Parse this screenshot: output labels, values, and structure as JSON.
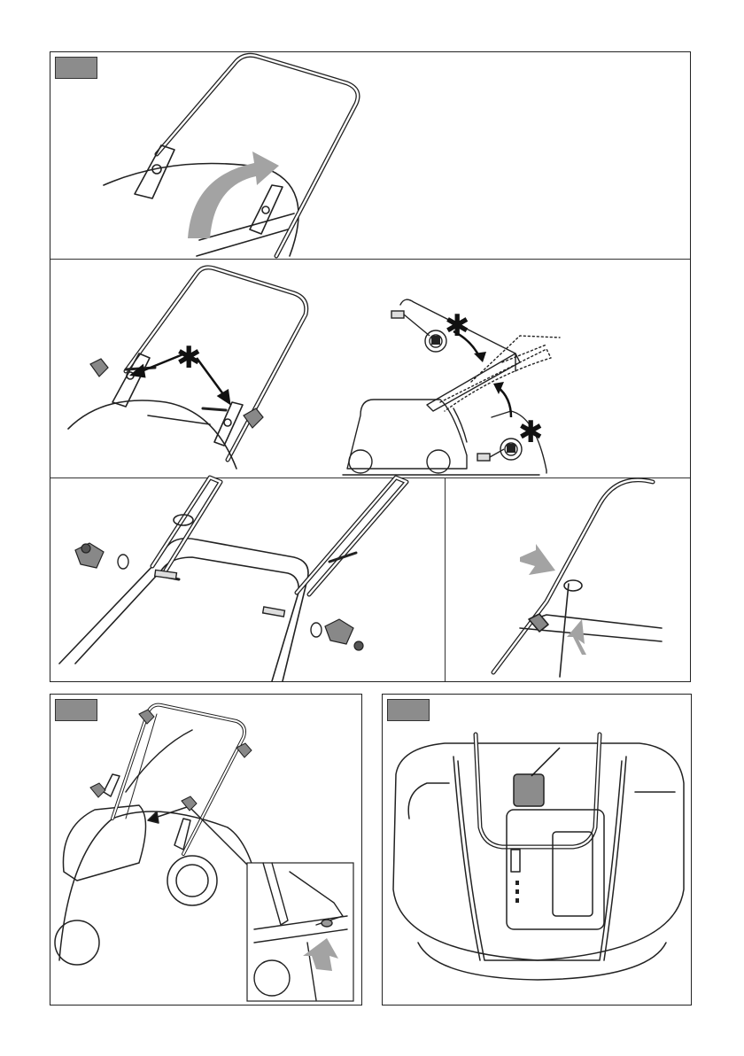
{
  "figures": [
    {
      "id": "top",
      "tag_text": ""
    },
    {
      "id": "bottom-left",
      "tag_text": ""
    },
    {
      "id": "bottom-right",
      "tag_text": ""
    }
  ],
  "symbols": {
    "asterisk": "✱"
  },
  "colors": {
    "tag_fill": "#8c8c8c",
    "arrow_fill": "#a3a3a3",
    "line": "#222222"
  },
  "icons": [
    "rotate-arrow-icon",
    "pointer-arrow-icon",
    "screw-icon",
    "knob-icon",
    "washer-icon"
  ]
}
